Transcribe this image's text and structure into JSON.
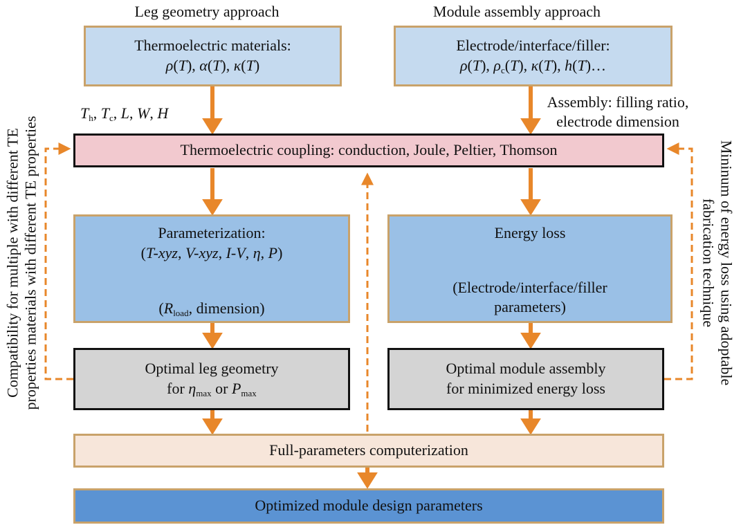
{
  "headers": {
    "left": "Leg geometry approach",
    "right": "Module assembly approach"
  },
  "materials_box": {
    "title": "Thermoelectric materials:",
    "rho": "ρ",
    "alpha": "α",
    "kappa": "κ",
    "T": "T"
  },
  "electrode_box": {
    "title": "Electrode/interface/filler:",
    "rho": "ρ",
    "rho_c": "ρ",
    "c_sub": "c",
    "kappa": "κ",
    "h": "h",
    "T": "T",
    "ellipsis": "…"
  },
  "leg_params": {
    "Th": "T",
    "h_sub": "h",
    "Tc": "T",
    "c_sub": "c",
    "L": "L",
    "W": "W",
    "H": "H"
  },
  "assembly_label": {
    "line1": "Assembly: filling ratio,",
    "line2": "electrode dimension"
  },
  "coupling_box": {
    "text": "Thermoelectric coupling: conduction, Joule, Peltier, Thomson"
  },
  "param_box": {
    "title": "Parameterization:",
    "txyz": "T-xyz",
    "vxyz": "V-xyz",
    "iv": "I-V",
    "eta": "η",
    "P": "P",
    "R": "R",
    "load_sub": "load",
    "dimension": ", dimension)"
  },
  "energy_box": {
    "title": "Energy loss",
    "line1": "(Electrode/interface/filler",
    "line2": "parameters)"
  },
  "opt_leg_box": {
    "line1": "Optimal leg geometry",
    "for": "for",
    "eta": "η",
    "max1": "max",
    "or": "or",
    "P": "P",
    "max2": "max"
  },
  "opt_module_box": {
    "line1": "Optimal module assembly",
    "line2": "for minimized energy loss"
  },
  "full_box": {
    "text": "Full-parameters computerization"
  },
  "final_box": {
    "text": "Optimized module design parameters"
  },
  "left_side": {
    "line1": "Compatibility for multiple with different TE",
    "line2": "properties materials with different TE properties"
  },
  "right_side": {
    "line1": "Mininum of energy loss using adoptable",
    "line2": "fabrication technique"
  },
  "colors": {
    "arrow": "#e8872a",
    "tan_border": "#c9a26a",
    "light_blue": "#c5daef",
    "mid_blue": "#9ac0e6",
    "pink": "#f2c9cf",
    "gray": "#d4d4d4",
    "cream": "#f7e6da",
    "dark_blue": "#5b93d3"
  }
}
